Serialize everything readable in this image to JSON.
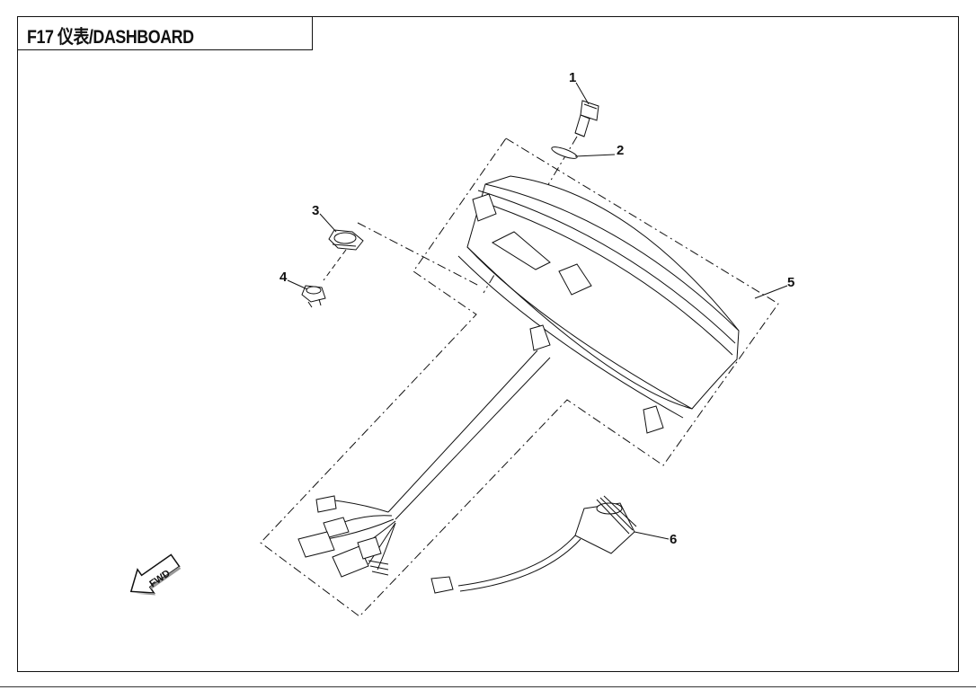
{
  "title": "F17 仪表/DASHBOARD",
  "fwd_label": "FWD",
  "callouts": [
    {
      "number": "1",
      "part": "bolt"
    },
    {
      "number": "2",
      "part": "washer"
    },
    {
      "number": "3",
      "part": "rubber-grommet"
    },
    {
      "number": "4",
      "part": "bushing"
    },
    {
      "number": "5",
      "part": "dashboard-assembly"
    },
    {
      "number": "6",
      "part": "speed-sensor"
    }
  ],
  "colors": {
    "line": "#111111",
    "background": "#ffffff"
  }
}
